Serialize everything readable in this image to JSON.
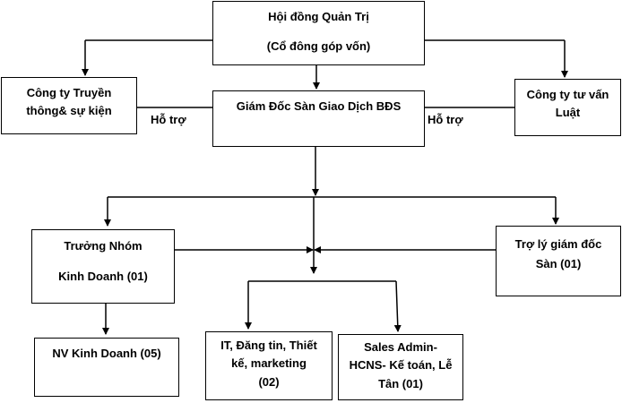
{
  "board": {
    "line1": "Hội đồng Quản Trị",
    "line2": "(Cổ đông góp vốn)"
  },
  "media_company": {
    "line1": "Công ty Truyền",
    "line2": "thông& sự kiện"
  },
  "director": {
    "label": "Giám Đốc Sàn Giao Dịch BĐS"
  },
  "legal_company": {
    "line1": "Công ty tư vấn",
    "line2": "Luật"
  },
  "support_left": "Hỗ trợ",
  "support_right": "Hỗ trợ",
  "sales_lead": {
    "line1": "Trưởng Nhóm",
    "line2": "Kinh Doanh (01)"
  },
  "assistant": {
    "line1": "Trợ lý giám đốc",
    "line2": "Sàn (01)"
  },
  "sales_staff": {
    "label": "NV  Kinh Doanh (05)"
  },
  "it_marketing": {
    "line1": "IT, Đăng tin, Thiết",
    "line2": "kế, marketing",
    "line3": "(02)"
  },
  "sales_admin": {
    "line1": "Sales Admin-",
    "line2": "HCNS- Kế toán, Lễ",
    "line3": "Tân (01)"
  },
  "colors": {
    "stroke": "#000000",
    "background": "#ffffff"
  }
}
